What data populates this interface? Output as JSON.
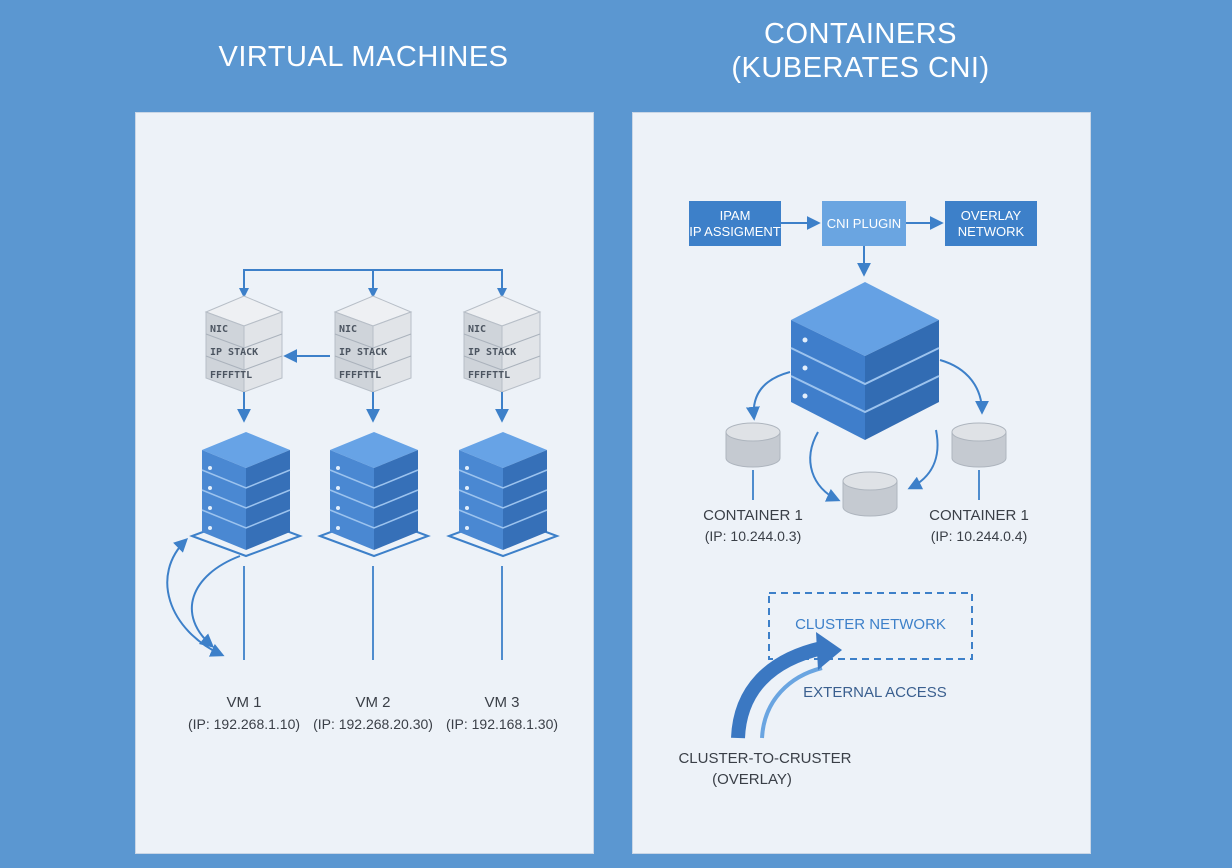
{
  "left": {
    "heading": "VIRTUAL MACHINES",
    "stack_layers": {
      "top": "NIC",
      "middle": "IP STACK",
      "bottom": "FFFFTTL"
    },
    "vms": [
      {
        "name": "VM 1",
        "ip": "(IP: 192.268.1.10)"
      },
      {
        "name": "VM 2",
        "ip": "(IP: 192.268.20.30)"
      },
      {
        "name": "VM 3",
        "ip": "(IP: 192.168.1.30)"
      }
    ]
  },
  "right": {
    "heading_line1": "CONTAINERS",
    "heading_line2": "(KUBERATES CNI)",
    "ipam_line1": "IPAM",
    "ipam_line2": "IP ASSIGMENT",
    "cni_plugin": "CNI PLUGIN",
    "overlay_line1": "OVERLAY",
    "overlay_line2": "NETWORK",
    "containers": [
      {
        "name": "CONTAINER 1",
        "ip": "(IP: 10.244.0.3)"
      },
      {
        "name": "CONTAINER 1",
        "ip": "(IP: 10.244.0.4)"
      }
    ],
    "cluster_network": "CLUSTER NETWORK",
    "external_access": "EXTERNAL ACCESS",
    "cluster_to_cluster_line1": "CLUSTER-TO-CRUSTER",
    "cluster_to_cluster_line2": "(OVERLAY)"
  },
  "colors": {
    "background": "#5b97d1",
    "panel": "#edf2f8",
    "accent_blue": "#3d80c9",
    "server_top": "#5e9be0",
    "server_side": "#3b78c2",
    "gray_stack": "#d2d6db",
    "label_text": "#3a3f47"
  }
}
